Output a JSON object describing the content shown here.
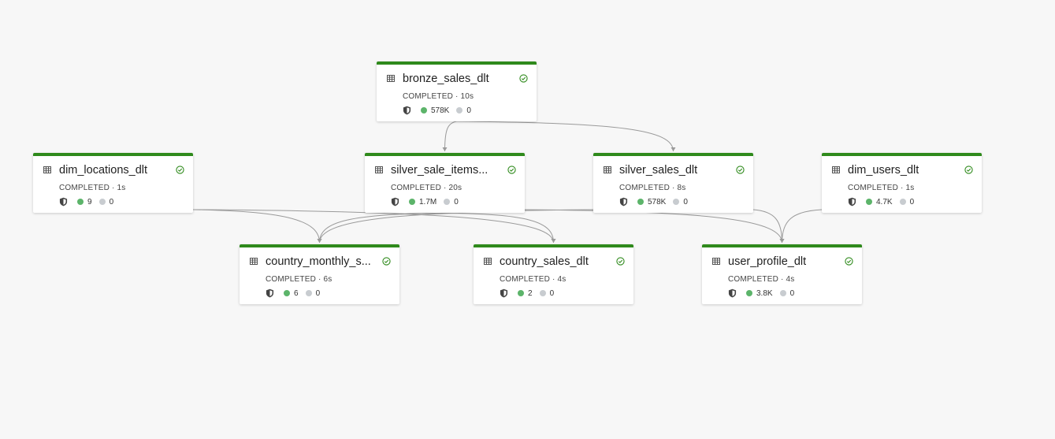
{
  "colors": {
    "accent": "#2f8a1c",
    "edge": "#9a9a9a",
    "ok": "#2f8a1c"
  },
  "icons": {
    "table": "table-icon",
    "status": "check-circle-icon",
    "quality": "shield-icon"
  },
  "nodes": [
    {
      "id": "bronze",
      "name": "bronze_sales_dlt",
      "status": "COMPLETED · 10s",
      "written": "578K",
      "dropped": "0"
    },
    {
      "id": "dimloc",
      "name": "dim_locations_dlt",
      "status": "COMPLETED · 1s",
      "written": "9",
      "dropped": "0"
    },
    {
      "id": "silveritems",
      "name": "silver_sale_items...",
      "status": "COMPLETED · 20s",
      "written": "1.7M",
      "dropped": "0"
    },
    {
      "id": "silversales",
      "name": "silver_sales_dlt",
      "status": "COMPLETED · 8s",
      "written": "578K",
      "dropped": "0"
    },
    {
      "id": "dimusers",
      "name": "dim_users_dlt",
      "status": "COMPLETED · 1s",
      "written": "4.7K",
      "dropped": "0"
    },
    {
      "id": "countrymonthly",
      "name": "country_monthly_s...",
      "status": "COMPLETED · 6s",
      "written": "6",
      "dropped": "0"
    },
    {
      "id": "countrysales",
      "name": "country_sales_dlt",
      "status": "COMPLETED · 4s",
      "written": "2",
      "dropped": "0"
    },
    {
      "id": "userprofile",
      "name": "user_profile_dlt",
      "status": "COMPLETED · 4s",
      "written": "3.8K",
      "dropped": "0"
    }
  ],
  "edges": [
    [
      "bronze",
      "silveritems"
    ],
    [
      "bronze",
      "silversales"
    ],
    [
      "dimloc",
      "countrymonthly"
    ],
    [
      "dimloc",
      "countrysales"
    ],
    [
      "silveritems",
      "countrymonthly"
    ],
    [
      "silveritems",
      "countrysales"
    ],
    [
      "silveritems",
      "userprofile"
    ],
    [
      "silversales",
      "countrymonthly"
    ],
    [
      "silversales",
      "userprofile"
    ],
    [
      "dimusers",
      "userprofile"
    ]
  ]
}
